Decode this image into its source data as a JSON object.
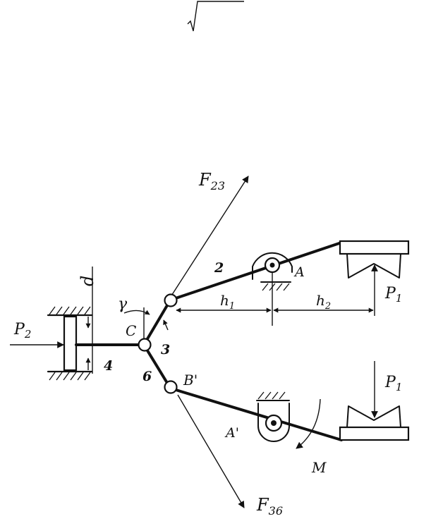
{
  "labels": {
    "F23": "F",
    "F23_sub": "23",
    "F36": "F",
    "F36_sub": "36",
    "P2": "P",
    "P2_sub": "2",
    "P1_top": "P",
    "P1_top_sub": "1",
    "P1_bottom": "P",
    "P1_bottom_sub": "1",
    "link2": "2",
    "pivotA": "A",
    "pivotA_prime": "A'",
    "pointB_prime": "B'",
    "pointC": "C",
    "link3": "3",
    "link4": "4",
    "link6": "6",
    "h1": "h",
    "h1_sub": "1",
    "h2": "h",
    "h2_sub": "2",
    "d": "d",
    "gamma": "γ",
    "moment": "M"
  },
  "colors": {
    "ink": "#111111",
    "background": "#ffffff"
  }
}
